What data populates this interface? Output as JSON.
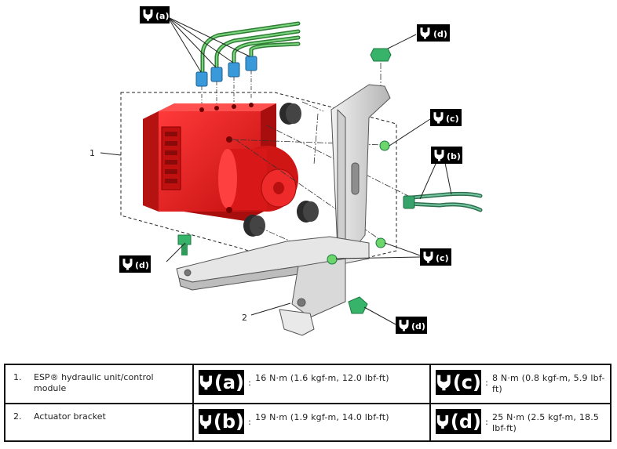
{
  "callouts": {
    "a": "a",
    "b": "b",
    "c": "c",
    "d": "d"
  },
  "item_numbers": {
    "unit": "1",
    "bracket": "2"
  },
  "legend": {
    "items": [
      {
        "number": "1.",
        "label": "ESP® hydraulic unit/control module"
      },
      {
        "number": "2.",
        "label": "Actuator bracket"
      }
    ],
    "torques": [
      {
        "letter": "a",
        "value": "16 N·m (1.6 kgf-m, 12.0 lbf-ft)"
      },
      {
        "letter": "b",
        "value": "19 N·m (1.9 kgf-m, 14.0 lbf-ft)"
      },
      {
        "letter": "c",
        "value": "8 N·m (0.8 kgf-m, 5.9 lbf-ft)"
      },
      {
        "letter": "d",
        "value": "25 N·m (2.5 kgf-m, 18.5 lbf-ft)"
      }
    ],
    "separator": ":"
  },
  "colors": {
    "unit_red": "#e01818",
    "pipe_green": "#4caf50",
    "nut_blue": "#3a9ad9",
    "bracket_gray": "#d8d8d8",
    "mount_dark": "#333333"
  }
}
